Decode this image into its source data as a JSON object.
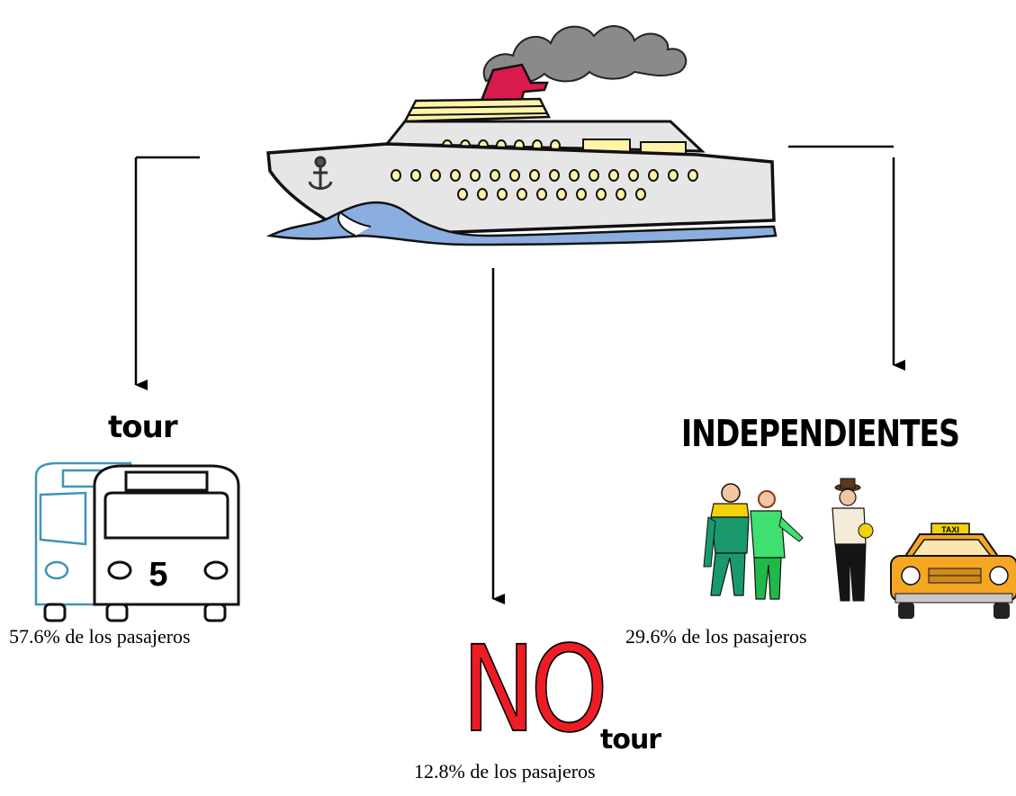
{
  "diagram": {
    "branches": [
      {
        "key": "tour",
        "title": "tour",
        "caption": "57.6% de los pasajeros",
        "bus_number": "5"
      },
      {
        "key": "no_tour",
        "title_big": "NO",
        "title": "tour",
        "caption": "12.8% de los pasajeros"
      },
      {
        "key": "independientes",
        "title": "INDEPENDIENTES",
        "caption": "29.6% de los pasajeros",
        "taxi_sign": "TAXI"
      }
    ]
  },
  "colors": {
    "smoke": "#8a8a8a",
    "funnel": "#d81b4c",
    "hull": "#e6e6e6",
    "windows": "#fff4a8",
    "water": "#8aaee0",
    "no_red": "#ee1c24",
    "bus_back": "#3f95b5",
    "taxi": "#f5a623",
    "person_green_dark": "#1a9a6c",
    "person_green_light": "#40e070",
    "person_yellow": "#f2d20c"
  },
  "icons": [
    "cruise-ship-icon",
    "bus-icon",
    "people-icon",
    "taxi-icon",
    "anchor-icon"
  ]
}
